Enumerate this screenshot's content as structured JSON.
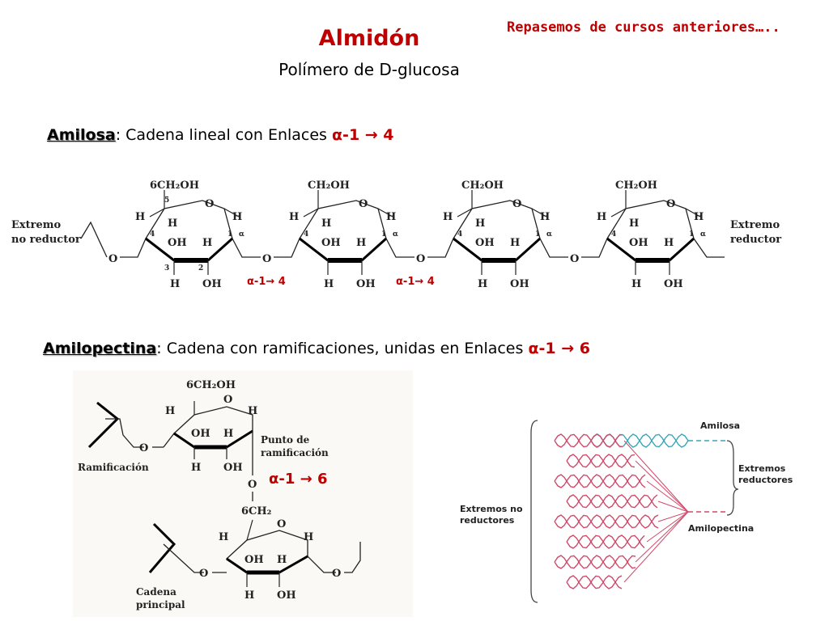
{
  "header": {
    "note": "Repasemos de cursos anteriores…..",
    "title": "Almidón",
    "subtitle": "Polímero de D-glucosa"
  },
  "amilosa": {
    "term": "Amilosa",
    "rest": ": Cadena lineal  con Enlaces ",
    "bond": "α-1 → 4",
    "left_end": [
      "Extremo",
      "no reductor"
    ],
    "right_end": [
      "Extremo",
      "reductor"
    ],
    "bond_labels": [
      "α-1→ 4",
      "α-1→ 4"
    ],
    "atoms": {
      "ch2oh_first": "6CH₂OH",
      "ch2oh": "CH₂OH",
      "O": "O",
      "H": "H",
      "OH": "OH",
      "alpha": "α",
      "n1": "1",
      "n2": "2",
      "n3": "3",
      "n4": "4",
      "n5": "5"
    }
  },
  "amilopectina": {
    "term": "Amilopectina",
    "rest": ": Cadena con ramificaciones, unidas en Enlaces ",
    "bond": "α-1 → 6",
    "branch_bond_label": "α-1 → 6",
    "ramificacion": "Ramificación",
    "punto": [
      "Punto de",
      "ramificación"
    ],
    "cadena": [
      "Cadena",
      "principal"
    ],
    "ch2oh_top": "6CH₂OH",
    "ch2_bottom": "6CH₂"
  },
  "schematic": {
    "amilosa": "Amilosa",
    "extremos_reductores": [
      "Extremos",
      "reductores"
    ],
    "extremos_no_reductores": [
      "Extremos no",
      "reductores"
    ],
    "amilopectina": "Amilopectina",
    "colors": {
      "amilosa": "#3aa6b9",
      "amilopectina": "#d04a6a"
    }
  }
}
